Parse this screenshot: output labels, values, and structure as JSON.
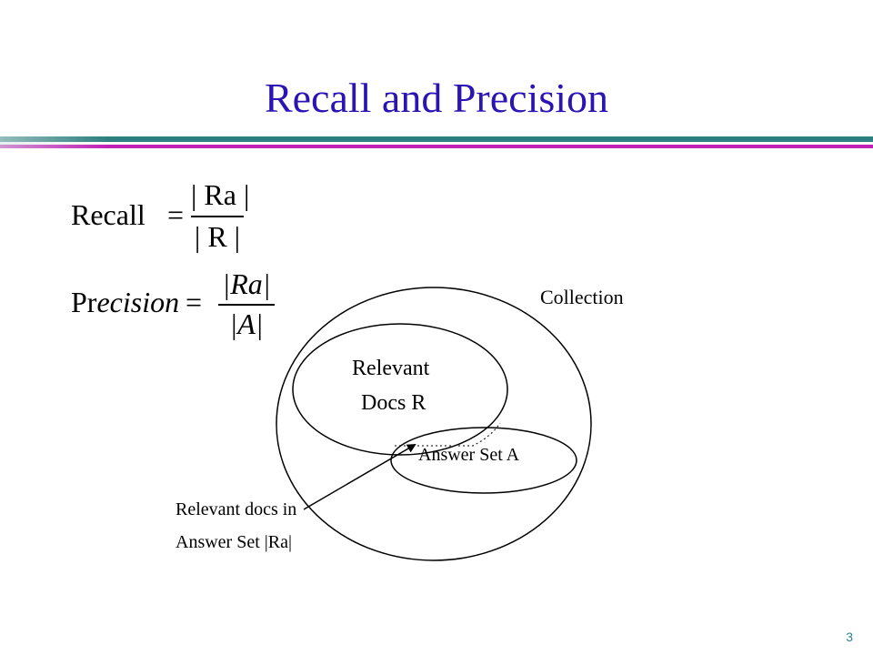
{
  "slide": {
    "title": "Recall and Precision",
    "page_number": "3"
  },
  "formulas": {
    "recall": {
      "label": "Recall",
      "equals": "=",
      "numerator": "| Ra |",
      "denominator": "| R |"
    },
    "precision": {
      "label_upright": "Pr",
      "label_italic": "ecision",
      "equals": "=",
      "numerator": "|Ra|",
      "denominator": "|A|"
    }
  },
  "diagram": {
    "collection_label": "Collection",
    "relevant_label_line1": "Relevant",
    "relevant_label_line2": "Docs R",
    "answer_label": "Answer Set A",
    "callout_line1": "Relevant docs in",
    "callout_line2": "Answer Set |Ra|"
  },
  "colors": {
    "title": "#2a14b4",
    "rule_teal": "#2e7f7f",
    "rule_pink": "#c21fb5",
    "page_number": "#2e7f9f"
  }
}
